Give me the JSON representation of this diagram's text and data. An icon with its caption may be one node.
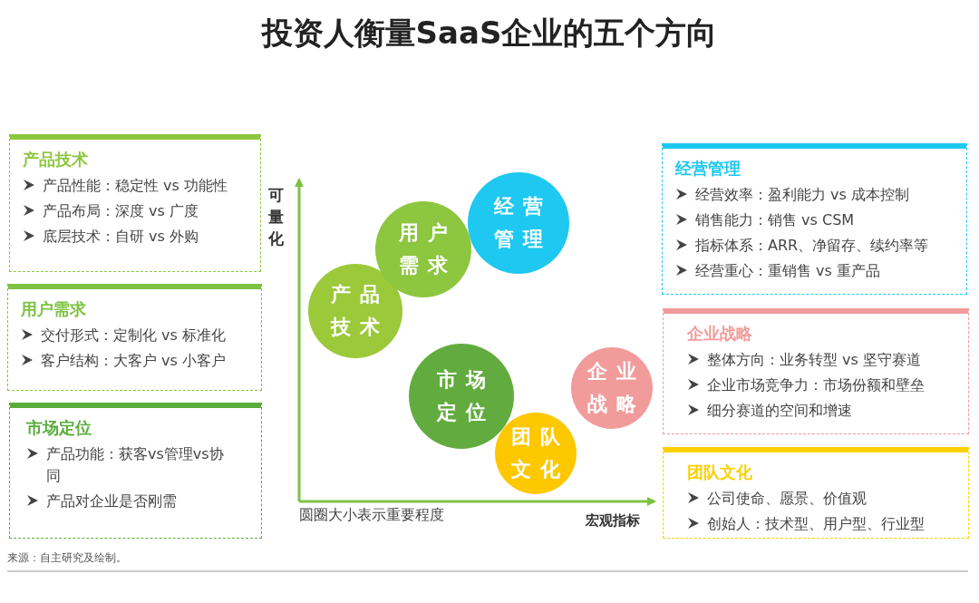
{
  "diagram": {
    "title": "投资人衡量SaaS企业的五个方向",
    "nodes": [
      {
        "text": [
          "产品技术",
          "产品性能：稳定性 vs 功能性",
          "产品布局：深度 vs 广度",
          "底层技术：自研 vs 外购"
        ]
      },
      {
        "text": [
          "用户需求",
          "交付形式：定制化 vs 标准化",
          "客户结构：大客户 vs 小客户"
        ]
      },
      {
        "text": [
          "市场定位",
          "产品功能：获客vs管理vs协同",
          "产品对企业是否刚需"
        ]
      },
      {
        "text": [
          "经营管理",
          "经营效率：盈利能力 vs 成本控制",
          "销售能力：销售 vs CSM",
          "指标体系：ARR、净留存、续约率等",
          "经营重心：重销售 vs 重产品"
        ]
      },
      {
        "text": [
          "企业战略",
          "整体方向：业务转型 vs 坚守赛道",
          "企业市场竞争力：市场份额和壁垒",
          "细分赛道的空间和增速"
        ]
      },
      {
        "text": [
          "团队文化",
          "公司使命、愿景、价值观",
          "创始人：技术型、用户型、行业型"
        ]
      },
      {
        "text": [
          "产品技术"
        ]
      },
      {
        "text": [
          "用户需求"
        ]
      },
      {
        "text": [
          "经营管理"
        ]
      },
      {
        "text": [
          "市场定位"
        ]
      },
      {
        "text": [
          "团队文化"
        ]
      },
      {
        "text": [
          "企业战略"
        ]
      }
    ],
    "edges": [],
    "labels": [
      "可量化",
      "圆圈大小表示重要程度",
      "宏观指标",
      "来源：自主研究及绘制。"
    ]
  }
}
